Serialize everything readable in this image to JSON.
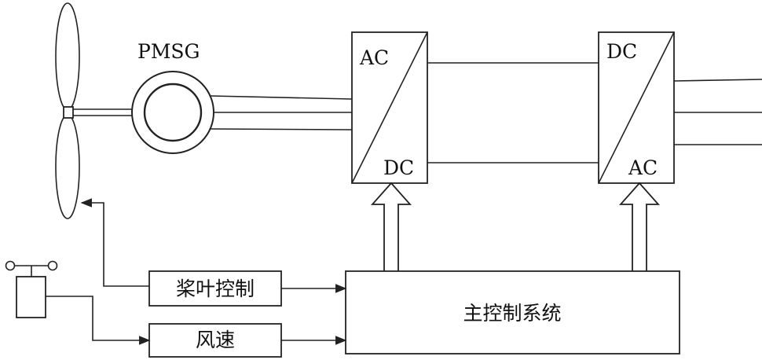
{
  "generator": {
    "label": "PMSG"
  },
  "rectifier": {
    "top_label": "AC",
    "bottom_label": "DC"
  },
  "inverter": {
    "top_label": "DC",
    "bottom_label": "AC"
  },
  "blocks": {
    "pitch_control": "桨叶控制",
    "wind_speed": "风速",
    "main_control": "主控制系统"
  }
}
